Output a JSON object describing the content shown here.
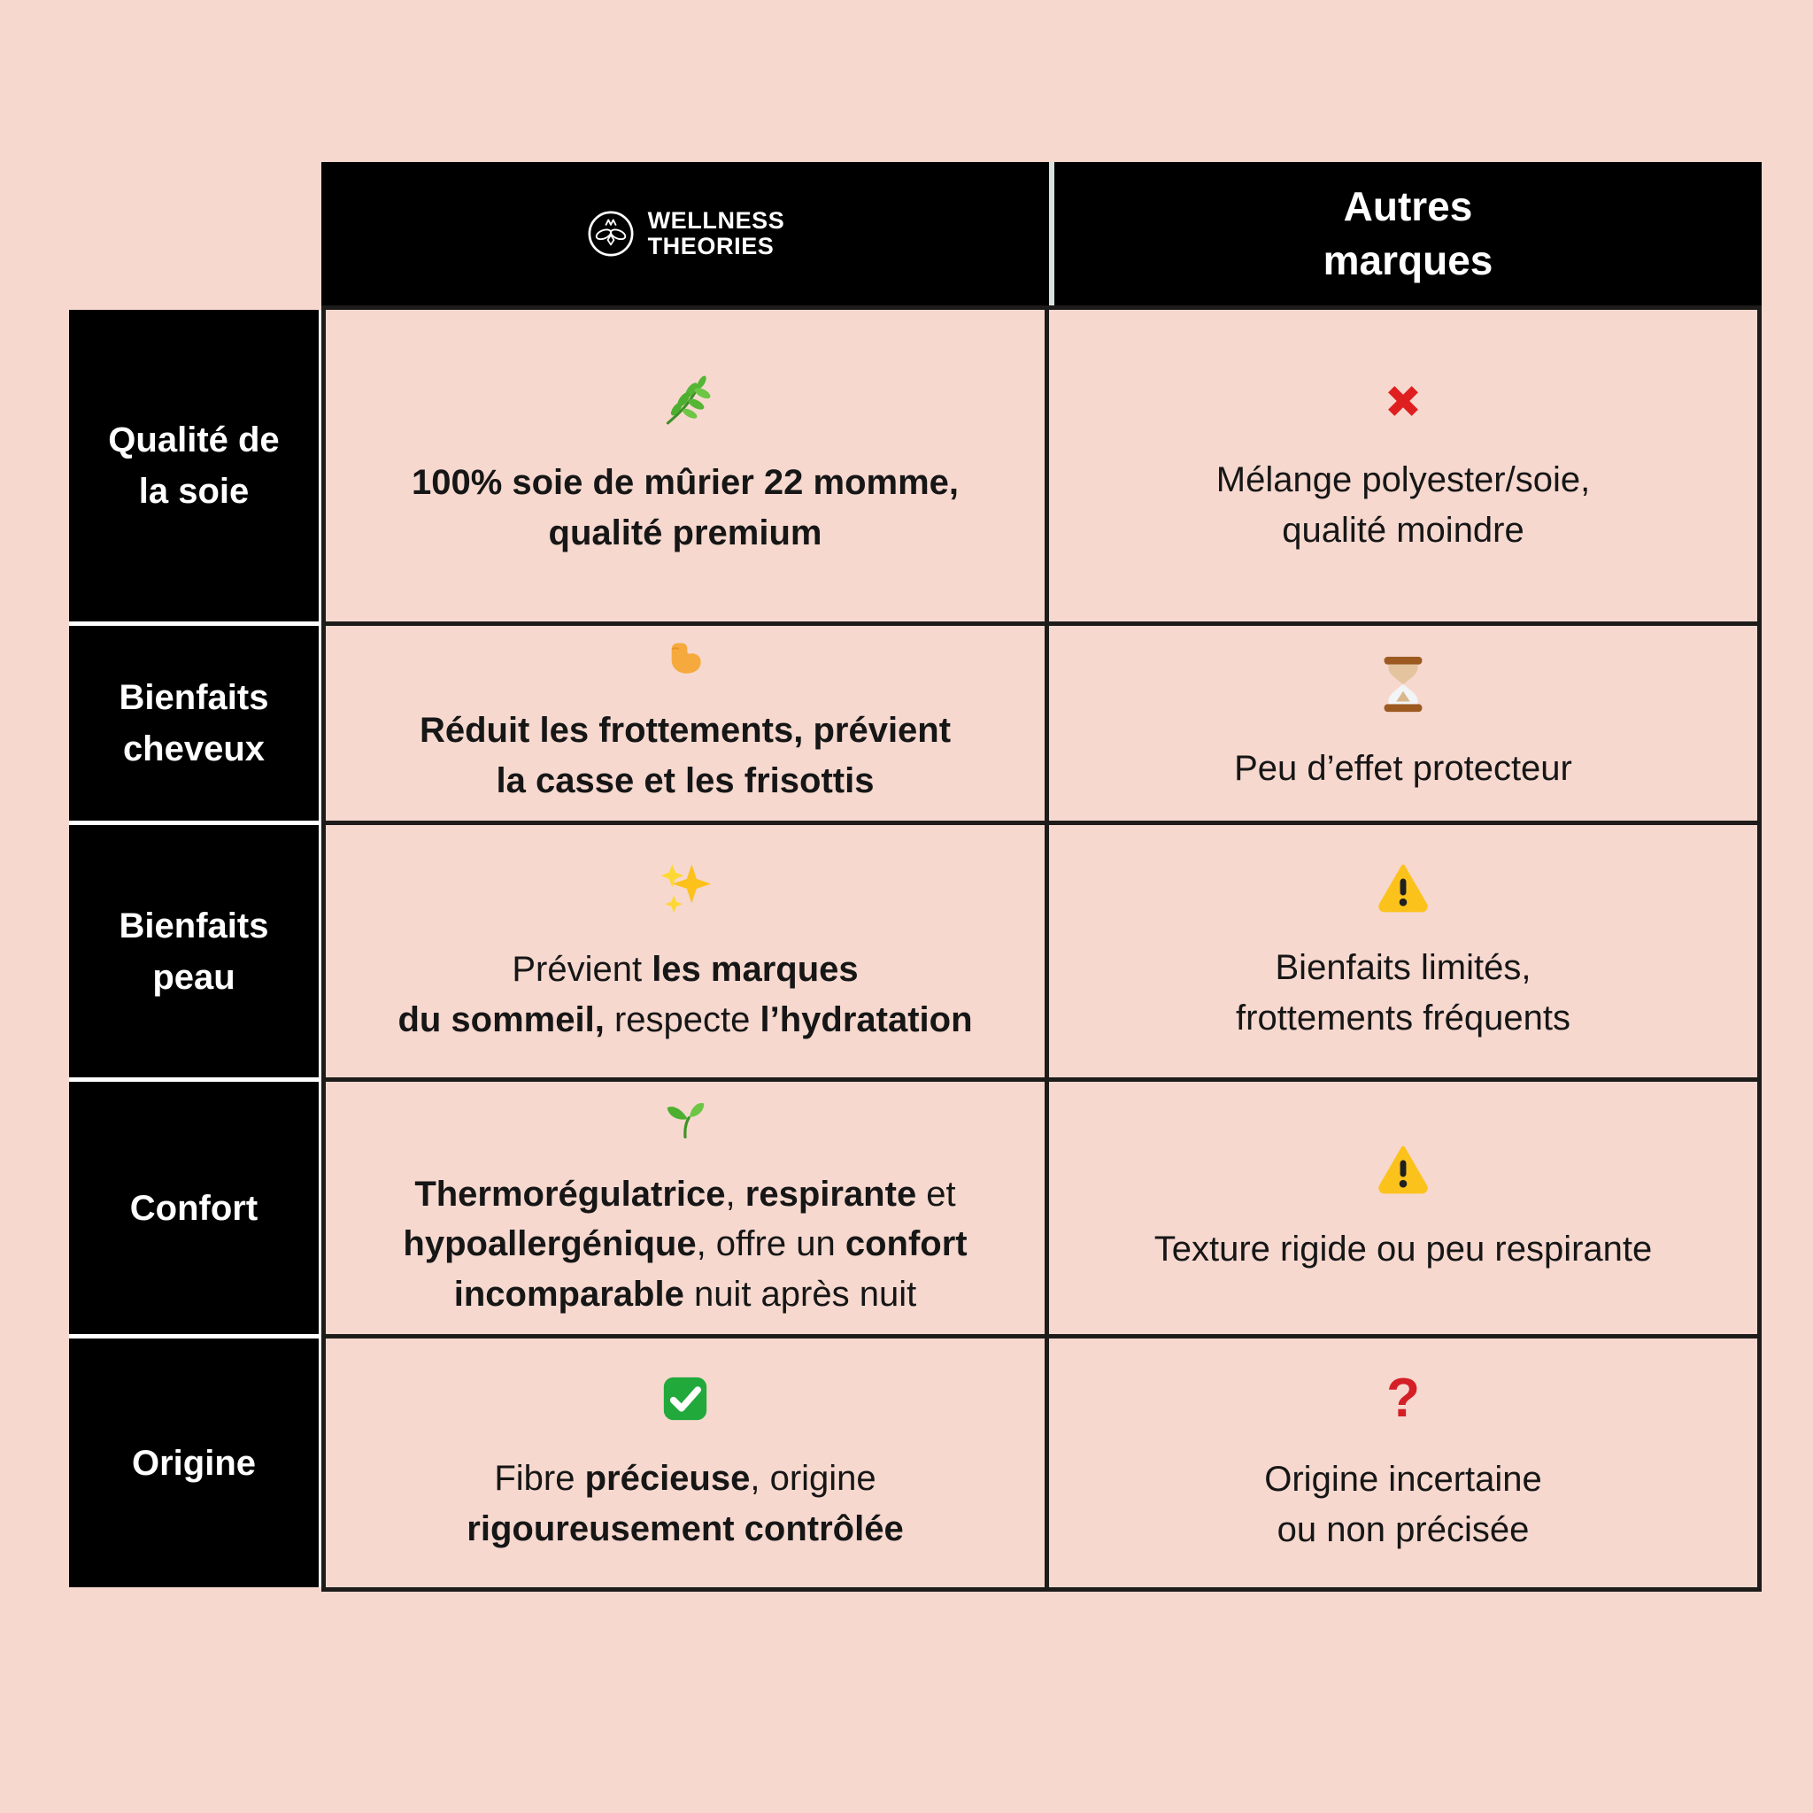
{
  "title": "Tableau comparatif soie : Wellness Theories vs autres marques",
  "colors": {
    "background": "#f6d8cf",
    "cell_background": "#f6d8cf",
    "grid_border": "#1d1c1a",
    "label_cell_background": "#000000",
    "header_background": "#000000",
    "header_divider": "#d7e2dd",
    "label_gap_white": "#ffffff",
    "text_dark": "#161616",
    "text_light": "#ffffff",
    "cross_red": "#df1f1f",
    "question_red": "#d41f26",
    "warning_yellow": "#fcc21c",
    "check_green": "#22a93c",
    "herb_green": "#4caf30",
    "biceps_yellow": "#f6a93c",
    "hourglass_brown": "#9c5a21",
    "sparkle_yellow": "#fcc21b"
  },
  "header": {
    "brand": {
      "logo_icon": "bee-logo-icon",
      "line1": "WELLNESS",
      "line2": "THEORIES"
    },
    "others": {
      "label": "Autres\nmarques"
    }
  },
  "rows": [
    {
      "label": "Qualité de\nla soie",
      "brand": {
        "icon": "herb-icon",
        "segments": [
          {
            "t": "100% soie de mûrier 22 momme,\nqualité premium",
            "b": true
          }
        ]
      },
      "others": {
        "icon": "cross-mark-icon",
        "segments": [
          {
            "t": "Mélange polyester/soie,\nqualité moindre",
            "b": false
          }
        ]
      }
    },
    {
      "label": "Bienfaits\ncheveux",
      "brand": {
        "icon": "flexed-biceps-icon",
        "segments": [
          {
            "t": "Réduit les frottements, prévient\nla casse et les frisottis",
            "b": true
          }
        ]
      },
      "others": {
        "icon": "hourglass-icon",
        "segments": [
          {
            "t": "Peu d’effet protecteur",
            "b": false
          }
        ]
      }
    },
    {
      "label": "Bienfaits\npeau",
      "brand": {
        "icon": "sparkles-icon",
        "segments": [
          {
            "t": "Prévient ",
            "b": false
          },
          {
            "t": "les marques\ndu sommeil,",
            "b": true
          },
          {
            "t": " respecte ",
            "b": false
          },
          {
            "t": "l’hydratation",
            "b": true
          }
        ]
      },
      "others": {
        "icon": "warning-icon",
        "segments": [
          {
            "t": "Bienfaits limités,\nfrottements fréquents",
            "b": false
          }
        ]
      }
    },
    {
      "label": "Confort",
      "brand": {
        "icon": "seedling-icon",
        "segments": [
          {
            "t": "Thermorégulatrice",
            "b": true
          },
          {
            "t": ", ",
            "b": false
          },
          {
            "t": "respirante",
            "b": true
          },
          {
            "t": " et\n",
            "b": false
          },
          {
            "t": "hypoallergénique",
            "b": true
          },
          {
            "t": ", offre un ",
            "b": false
          },
          {
            "t": "confort\nincomparable",
            "b": true
          },
          {
            "t": " nuit après nuit",
            "b": false
          }
        ]
      },
      "others": {
        "icon": "warning-icon",
        "segments": [
          {
            "t": "Texture rigide ou peu respirante",
            "b": false
          }
        ]
      }
    },
    {
      "label": "Origine",
      "brand": {
        "icon": "check-mark-icon",
        "segments": [
          {
            "t": "Fibre ",
            "b": false
          },
          {
            "t": "précieuse",
            "b": true
          },
          {
            "t": ", origine\n",
            "b": false
          },
          {
            "t": "rigoureusement contrôlée",
            "b": true
          }
        ]
      },
      "others": {
        "icon": "red-question-icon",
        "segments": [
          {
            "t": "Origine incertaine\nou non précisée",
            "b": false
          }
        ]
      }
    }
  ]
}
